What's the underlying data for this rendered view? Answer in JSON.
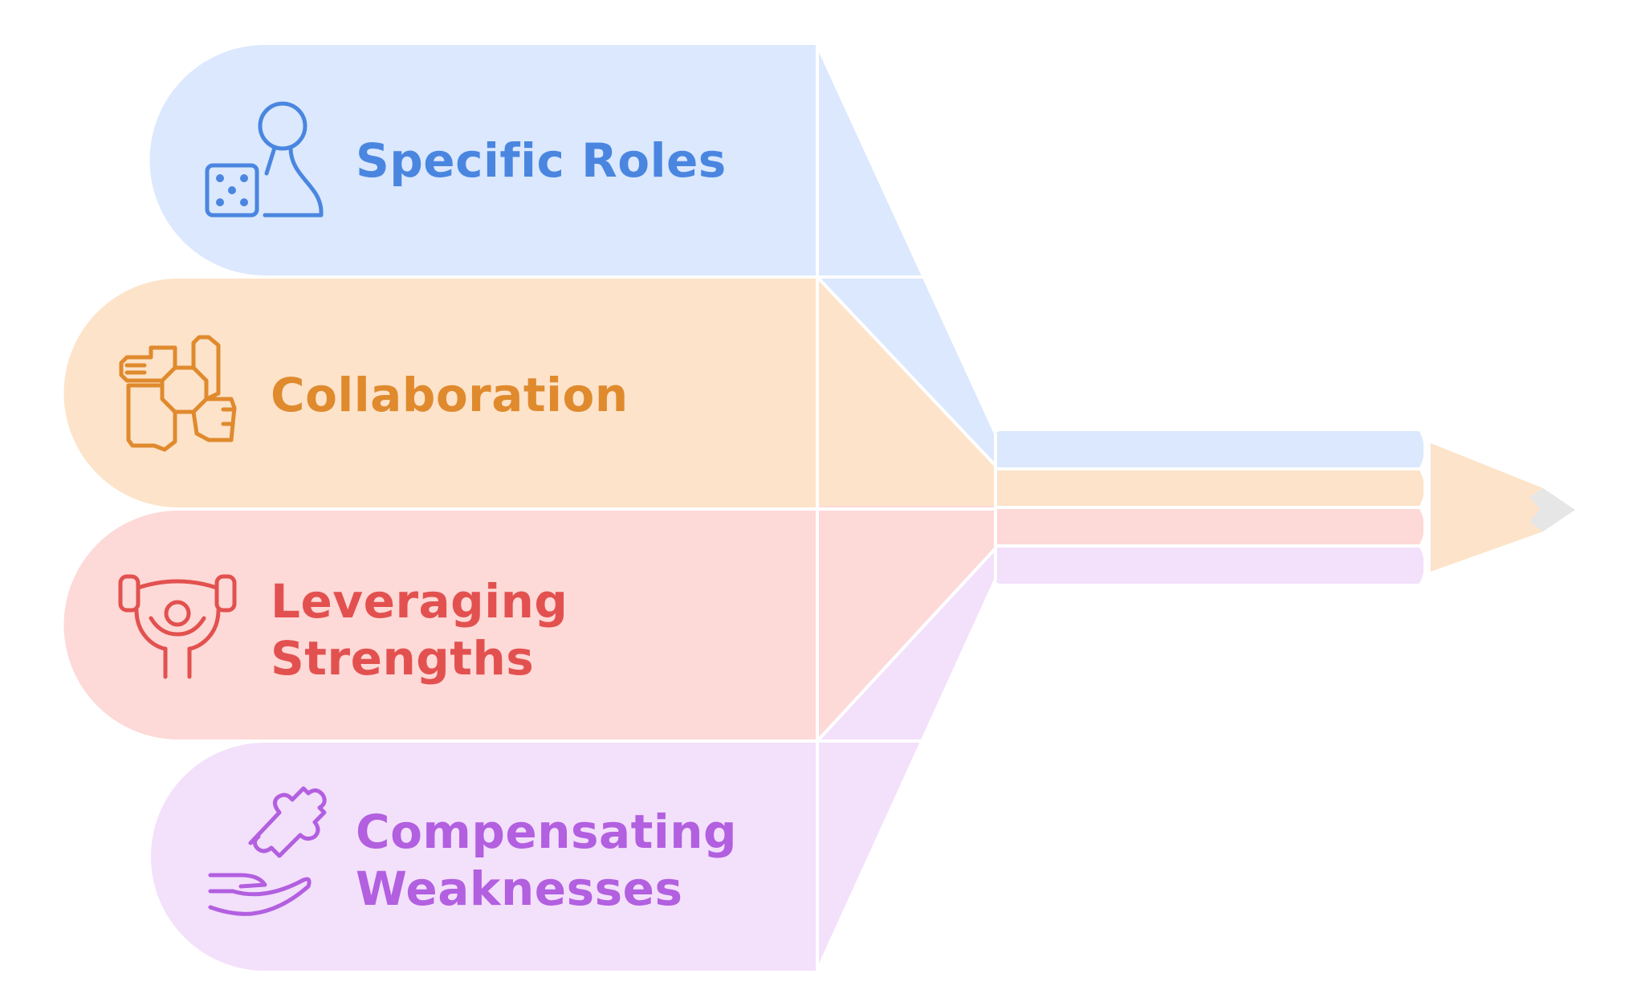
{
  "colors": {
    "blue_fill": "#dbe8fd",
    "blue_text": "#4a86e0",
    "orange_fill": "#fde3c9",
    "orange_text": "#e08a2e",
    "red_fill": "#fdd9d7",
    "red_text": "#e2514f",
    "purple_fill": "#f3e0fb",
    "purple_text": "#b25fe0",
    "tip": "#e6e6e6",
    "divider": "#ffffff"
  },
  "items": [
    {
      "line1": "Specific Roles",
      "line2": "",
      "icon": "game-piece-dice-icon"
    },
    {
      "line1": "Collaboration",
      "line2": "",
      "icon": "joined-hands-icon"
    },
    {
      "line1": "Leveraging",
      "line2": "Strengths",
      "icon": "weightlifter-icon"
    },
    {
      "line1": "Compensating",
      "line2": "Weaknesses",
      "icon": "hand-puzzle-piece-icon"
    }
  ]
}
